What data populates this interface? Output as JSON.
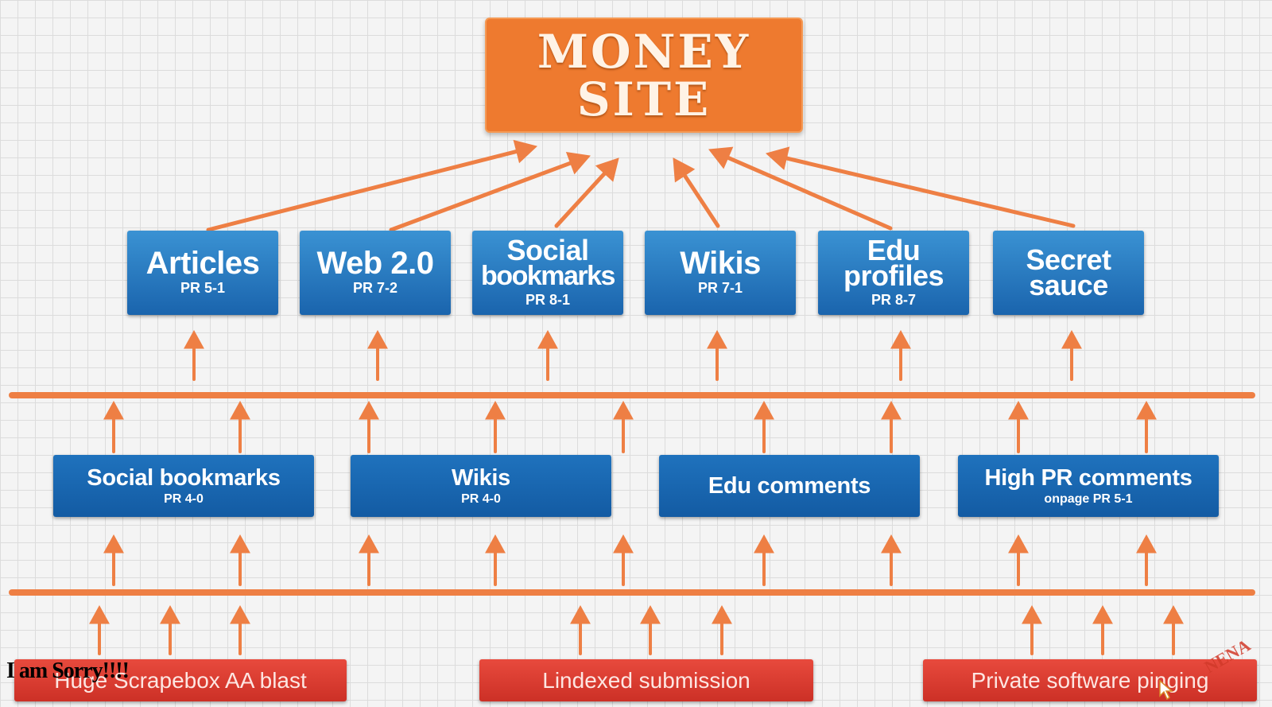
{
  "money_site": {
    "line1": "MONEY",
    "line2": "SITE"
  },
  "tier1": [
    {
      "name": "Articles",
      "sub": "PR 5-1"
    },
    {
      "name": "Web 2.0",
      "sub": "PR 7-2"
    },
    {
      "name_line1": "Social",
      "name_line2": "bookmarks",
      "sub": "PR 8-1"
    },
    {
      "name": "Wikis",
      "sub": "PR 7-1"
    },
    {
      "name_line1": "Edu",
      "name_line2": "profiles",
      "sub": "PR 8-7"
    },
    {
      "name_line1": "Secret",
      "name_line2": "sauce"
    }
  ],
  "tier2": [
    {
      "name": "Social bookmarks",
      "sub": "PR 4-0"
    },
    {
      "name": "Wikis",
      "sub": "PR 4-0"
    },
    {
      "name": "Edu comments"
    },
    {
      "name": "High PR comments",
      "sub": "onpage PR 5-1"
    }
  ],
  "tier3": [
    {
      "name": "Huge Scrapebox AA blast"
    },
    {
      "name": "Lindexed submission"
    },
    {
      "name": "Private software pinging"
    }
  ],
  "overlay_text": "I am Sorry!!!!",
  "watermark": "NENA",
  "colors": {
    "arrow": "#ee7f44",
    "money_site": "#ee7a2f",
    "tier1_box": "#2a7cc4",
    "tier2_box": "#1865af",
    "tier3_box": "#dc3b30"
  }
}
